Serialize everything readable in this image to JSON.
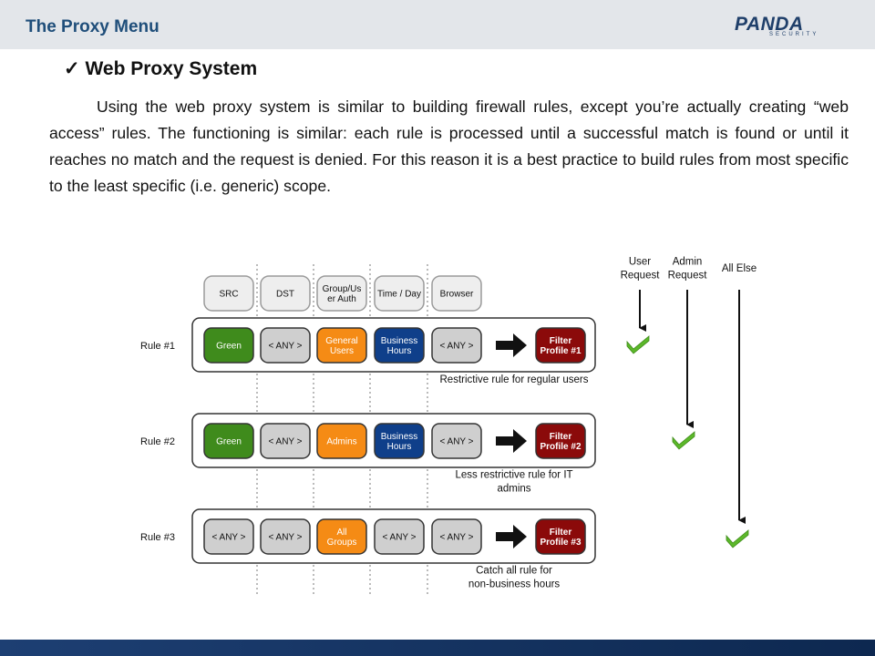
{
  "header": {
    "title": "The Proxy Menu",
    "logo_main": "PANDA",
    "logo_sub": "SECURITY"
  },
  "section": {
    "title": "Web Proxy System"
  },
  "body_text": "Using the web proxy system is similar to building firewall rules, except you’re actually creating “web access” rules. The functioning is similar: each rule is processed until a successful match is found or until it reaches no match and the request is denied. For this reason it is a best practice to build rules from most specific to the least specific (i.e. generic) scope.",
  "diagram": {
    "columns": [
      "SRC",
      "DST",
      "Group/Us er Auth",
      "Time / Day",
      "Browser"
    ],
    "rules": [
      {
        "label": "Rule #1",
        "src": "Green",
        "dst": "< ANY >",
        "group": "General Users",
        "time": "Business Hours",
        "browser": "< ANY >",
        "profile": "Filter Profile #1",
        "note": "Restrictive rule for regular users"
      },
      {
        "label": "Rule #2",
        "src": "Green",
        "dst": "< ANY >",
        "group": "Admins",
        "time": "Business Hours",
        "browser": "< ANY >",
        "profile": "Filter Profile #2",
        "note": "Less restrictive rule for IT admins"
      },
      {
        "label": "Rule #3",
        "src": "< ANY >",
        "dst": "< ANY >",
        "group": "All Groups",
        "time": "< ANY >",
        "browser": "< ANY >",
        "profile": "Filter Profile #3",
        "note": "Catch all rule for non-business hours"
      }
    ],
    "requests": [
      "User Request",
      "Admin Request",
      "All Else"
    ]
  },
  "colors": {
    "green": "#3f8b1c",
    "gray": "#cfcfcf",
    "orange": "#f58b15",
    "blue": "#0f3f8a",
    "maroon": "#8b0a0a",
    "check": "#5cb82a",
    "header_text": "#1f4e7a"
  }
}
